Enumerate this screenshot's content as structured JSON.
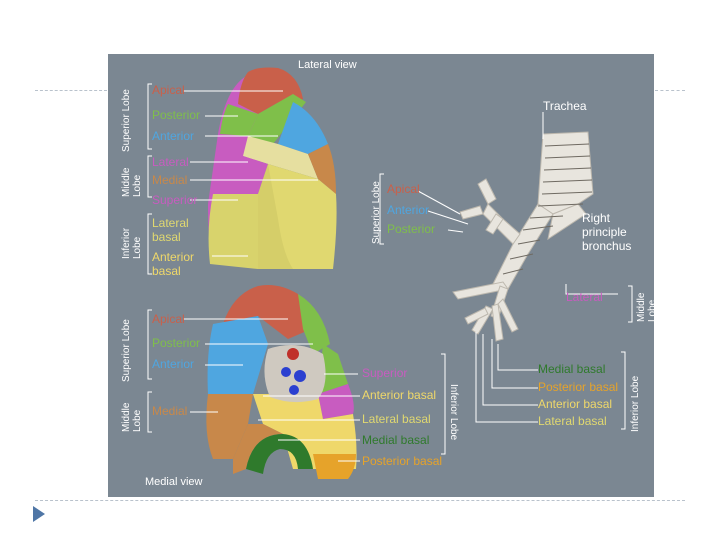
{
  "colors": {
    "background": "#7b8792",
    "apical": "#c9604a",
    "posterior": "#7fbf4a",
    "anterior": "#4fa6e0",
    "lateral": "#c85cc0",
    "medial": "#c8884a",
    "superior": "#c85cc0",
    "lateral_basal": "#e0d870",
    "anterior_basal": "#efd86a",
    "medial_basal": "#2f7a2c",
    "posterior_basal": "#e6a32a",
    "bullet": "#4f76a6"
  },
  "lateral_view": {
    "title": "Lateral view",
    "groups": {
      "superior": "Superior Lobe",
      "middle": "Middle Lobe",
      "inferior": "Inferior Lobe"
    },
    "labels": {
      "apical": "Apical",
      "posterior": "Posterior",
      "anterior": "Anterior",
      "lateral": "Lateral",
      "medial": "Medial",
      "superior": "Superior",
      "lateral_basal": "Lateral basal",
      "anterior_basal": "Anterior basal"
    }
  },
  "medial_view": {
    "title": "Medial view",
    "groups": {
      "superior": "Superior Lobe",
      "middle": "Middle Lobe",
      "inferior": "Inferior Lobe"
    },
    "labels": {
      "apical": "Apical",
      "posterior": "Posterior",
      "anterior": "Anterior",
      "medial": "Medial",
      "superior": "Superior",
      "anterior_basal": "Anterior basal",
      "lateral_basal": "Lateral basal",
      "medial_basal": "Medial basal",
      "posterior_basal": "Posterior basal"
    }
  },
  "bronchus": {
    "trachea": "Trachea",
    "right_principle_bronchus": "Right principle bronchus",
    "groups": {
      "superior": "Superior Lobe",
      "middle": "Middle Lobe",
      "inferior": "Inferior Lobe"
    },
    "labels": {
      "apical": "Apical",
      "anterior": "Anterior",
      "posterior": "Posterior",
      "lateral": "Lateral",
      "medial_basal": "Medial basal",
      "posterior_basal": "Posterior basal",
      "anterior_basal": "Anterior basal",
      "lateral_basal": "Lateral basal"
    }
  }
}
